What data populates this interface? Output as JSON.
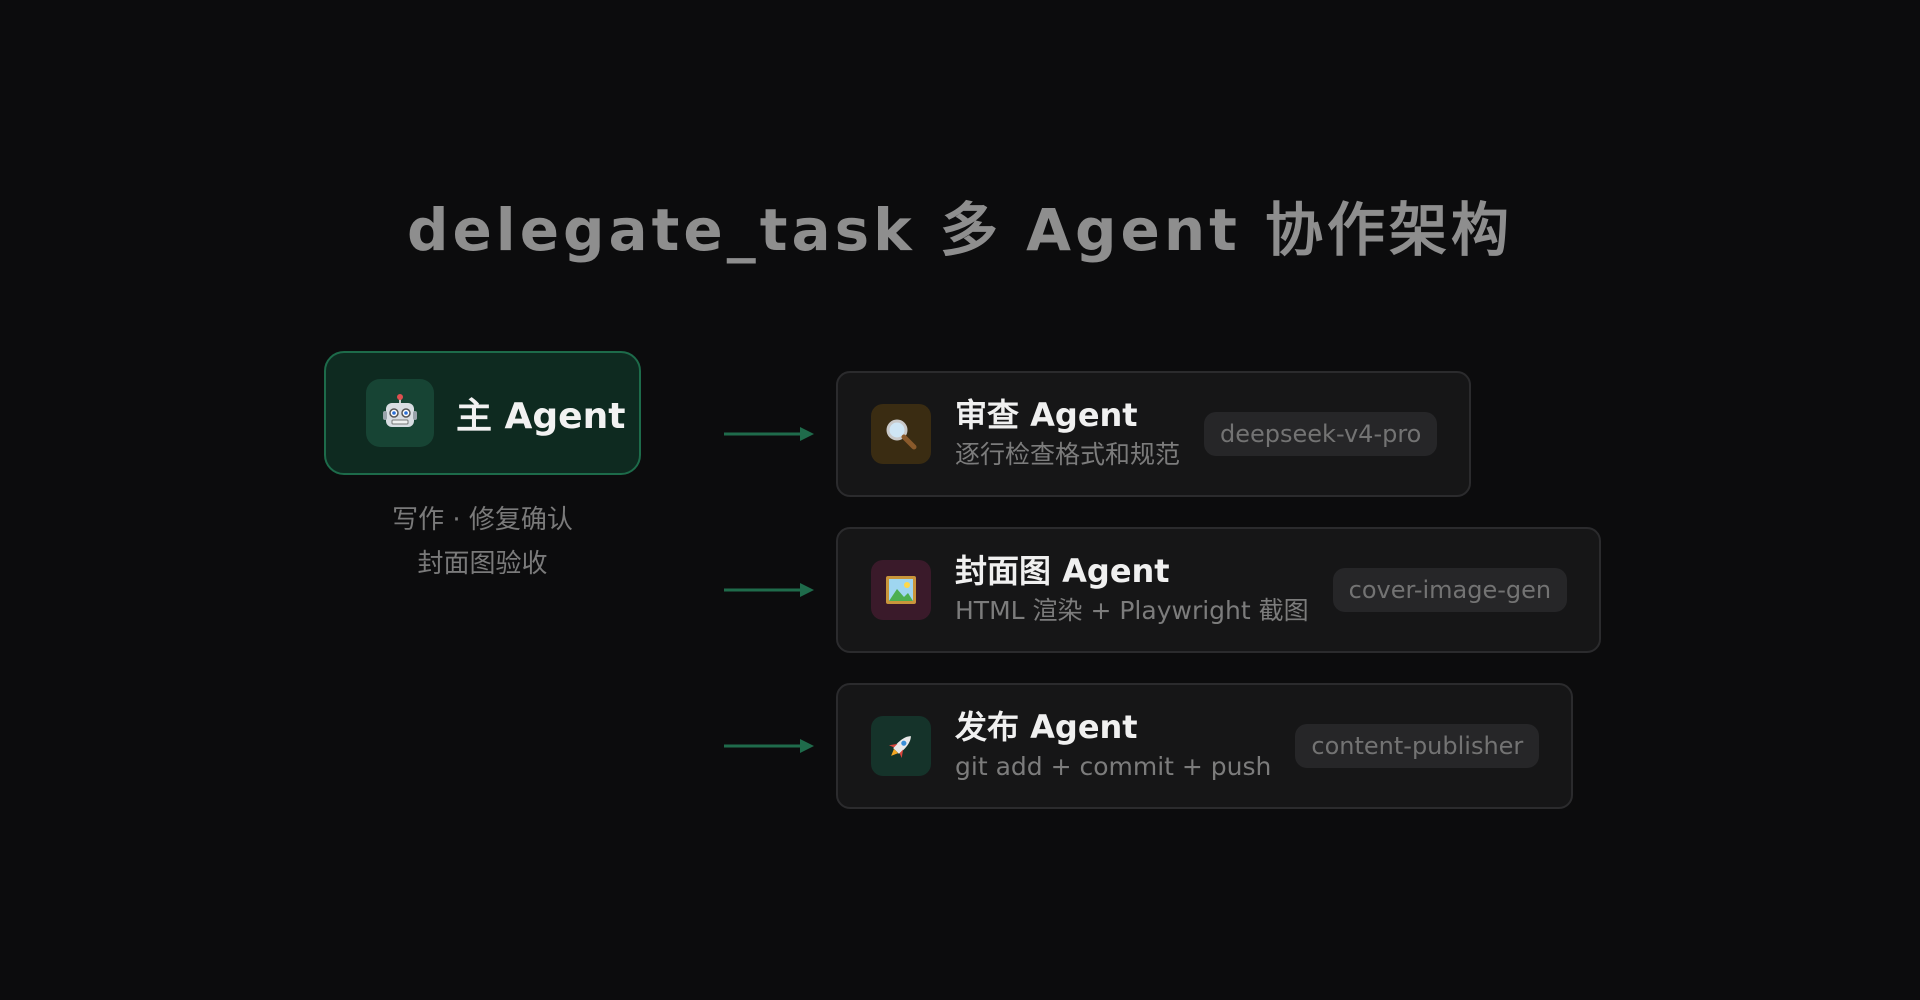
{
  "title": "delegate_task 多 Agent 协作架构",
  "main_agent": {
    "icon": "robot-icon",
    "label": "主 Agent",
    "sub_line1": "写作 · 修复确认",
    "sub_line2": "封面图验收"
  },
  "agents": [
    {
      "icon": "magnifier-icon",
      "title": "审查 Agent",
      "desc": "逐行检查格式和规范",
      "tag": "deepseek-v4-pro",
      "icon_bg": "#3a2c12"
    },
    {
      "icon": "framed-picture-icon",
      "title": "封面图 Agent",
      "desc": "HTML 渲染 + Playwright 截图",
      "tag": "cover-image-gen",
      "icon_bg": "#3a1a2a"
    },
    {
      "icon": "rocket-icon",
      "title": "发布 Agent",
      "desc": "git add + commit + push",
      "tag": "content-publisher",
      "icon_bg": "#15332a"
    }
  ],
  "colors": {
    "background": "#0c0c0d",
    "accent_green": "#1f6b4b",
    "main_card_bg": "#0e2a20"
  }
}
